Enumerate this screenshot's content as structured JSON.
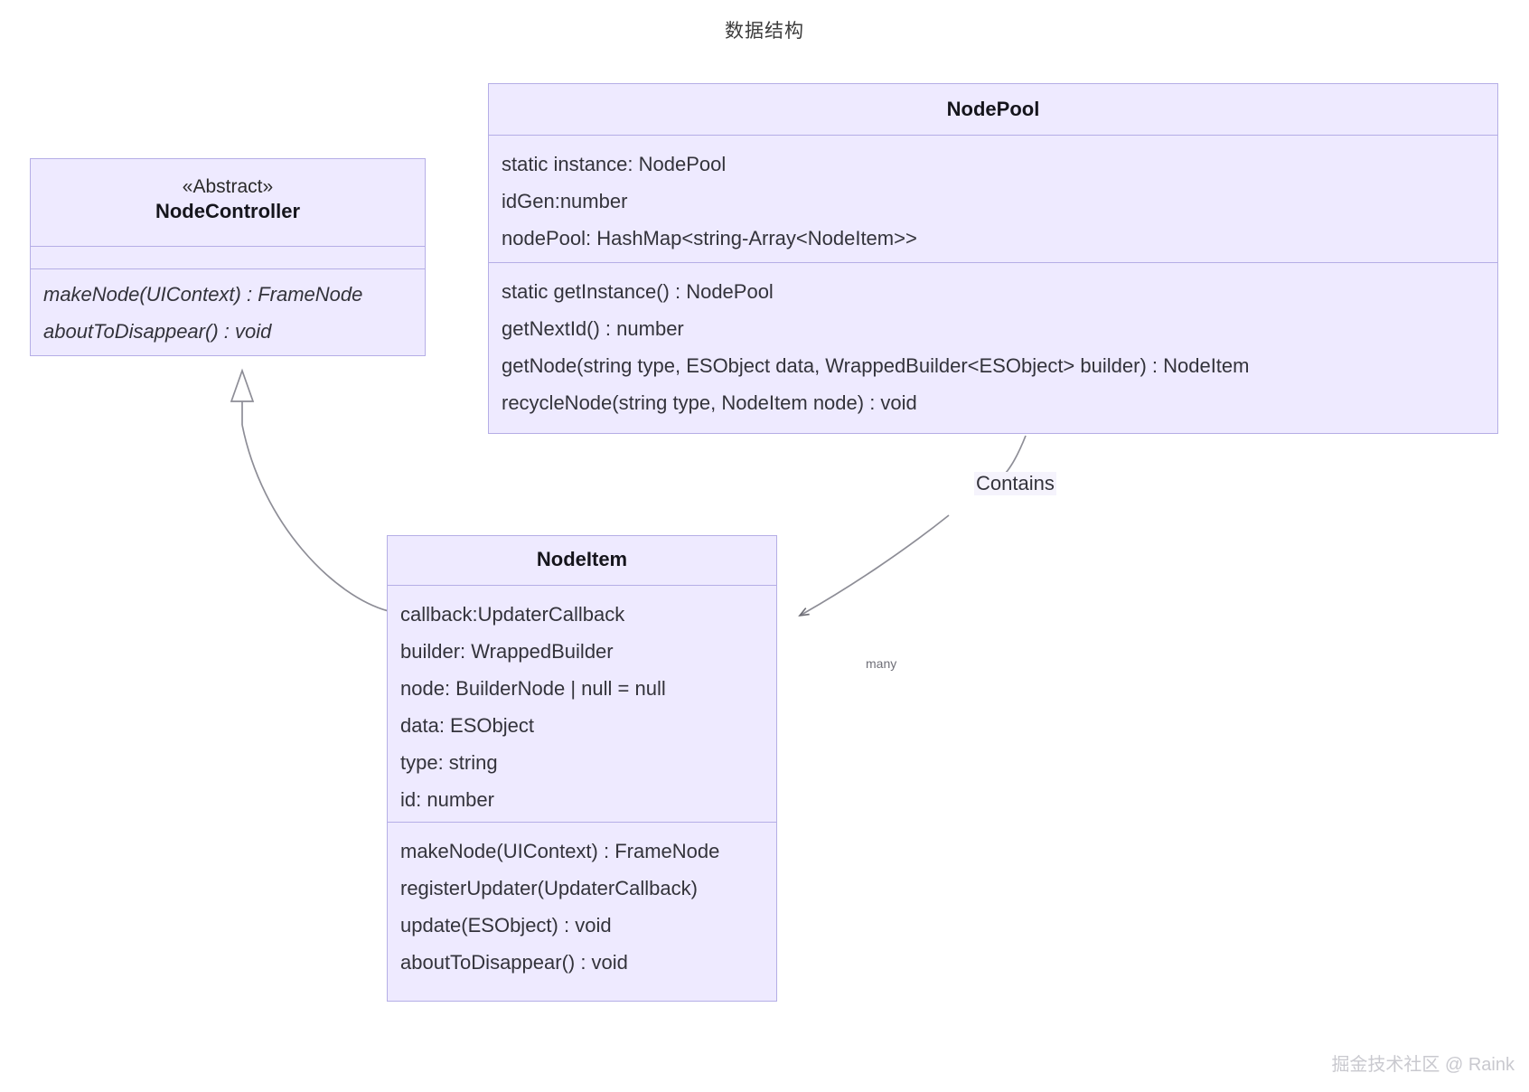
{
  "diagram": {
    "title": "数据结构",
    "type": "uml-class-diagram",
    "colors": {
      "class_fill": "#eeeaff",
      "class_border": "#b5aee6",
      "edge_stroke": "#6b6b73",
      "text": "#33333b",
      "watermark": "#c9c9cf"
    }
  },
  "classes": {
    "node_controller": {
      "stereotype": "«Abstract»",
      "name": "NodeController",
      "attributes": [],
      "methods": [
        "makeNode(UIContext) : FrameNode",
        "aboutToDisappear() : void"
      ]
    },
    "node_pool": {
      "name": "NodePool",
      "attributes": [
        "static instance: NodePool",
        "idGen:number",
        "nodePool: HashMap<string-Array<NodeItem>>"
      ],
      "methods": [
        "static getInstance() : NodePool",
        "getNextId() : number",
        "getNode(string type, ESObject data, WrappedBuilder<ESObject> builder) : NodeItem",
        "recycleNode(string type, NodeItem node) : void"
      ]
    },
    "node_item": {
      "name": "NodeItem",
      "attributes": [
        "callback:UpdaterCallback",
        "builder: WrappedBuilder",
        "node: BuilderNode | null = null",
        "data: ESObject",
        "type: string",
        "id: number"
      ],
      "methods": [
        "makeNode(UIContext) : FrameNode",
        "registerUpdater(UpdaterCallback)",
        "update(ESObject) : void",
        "aboutToDisappear() : void"
      ]
    }
  },
  "relations": [
    {
      "id": "generalization",
      "kind": "generalization",
      "from": "NodeItem",
      "to": "NodeController",
      "label": "",
      "multiplicity": ""
    },
    {
      "id": "contains",
      "kind": "association",
      "from": "NodePool",
      "to": "NodeItem",
      "label": "Contains",
      "multiplicity": "many"
    }
  ],
  "watermark": "掘金技术社区 @ Raink"
}
